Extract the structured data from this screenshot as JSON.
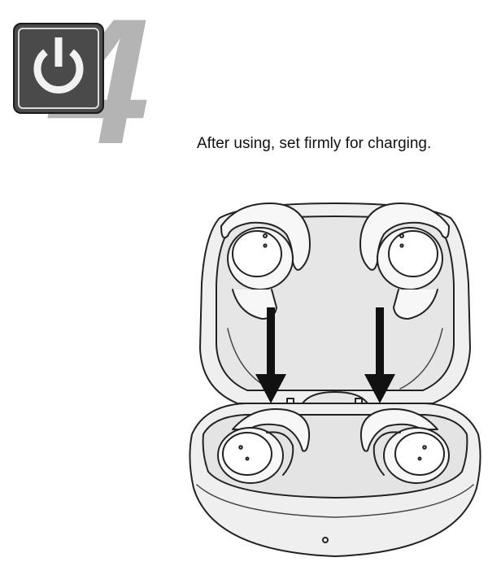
{
  "step": {
    "number": "4",
    "icon": "power-icon",
    "instruction": "After using, set firmly for charging."
  },
  "illustration": {
    "subject": "earbuds-charging-case",
    "arrows": "down-arrow-icon"
  },
  "colors": {
    "step_number": "#b4b4b4",
    "badge_background": "#4a4a4a",
    "badge_icon": "#f2f2f2",
    "line_art": "#222222",
    "case_fill": "#efefef"
  }
}
